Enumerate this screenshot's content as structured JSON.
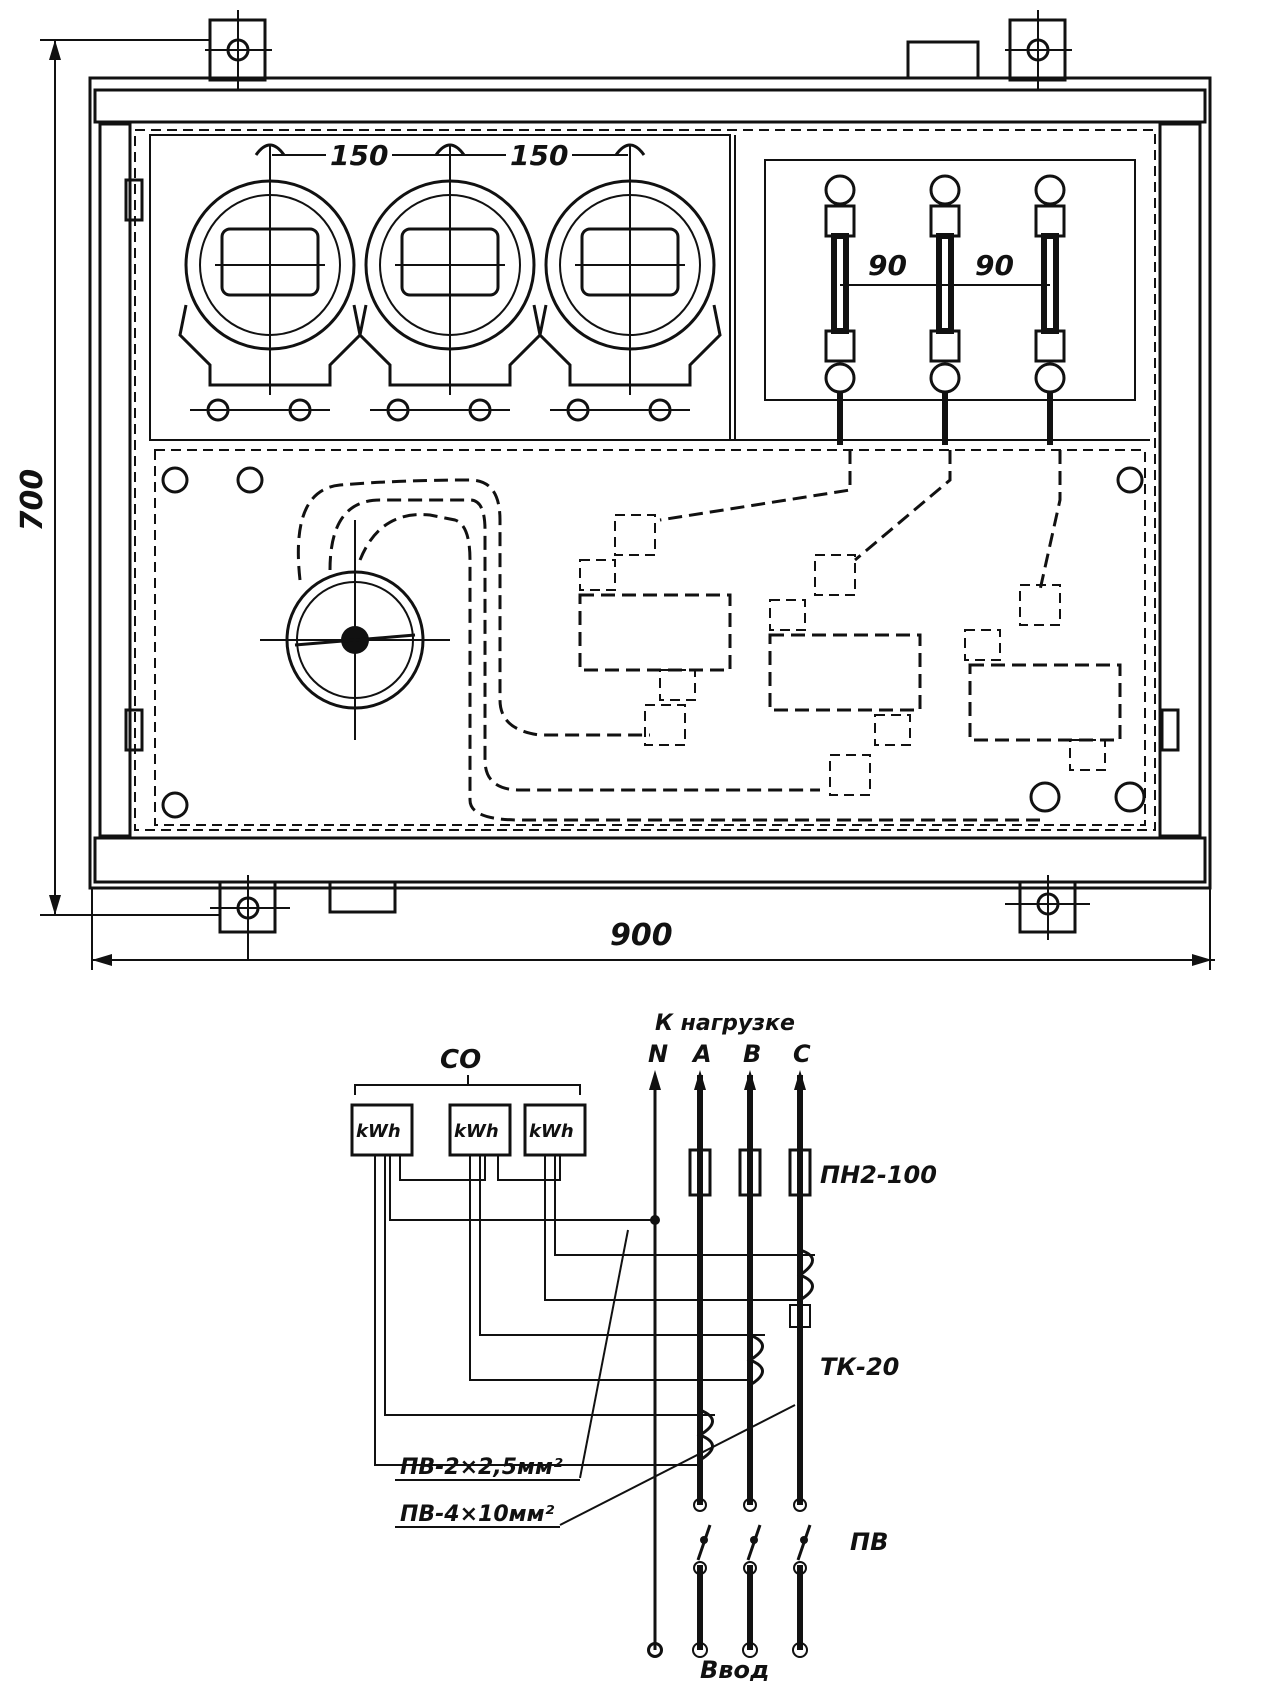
{
  "cabinet": {
    "height_label": "700",
    "width_label": "900",
    "meter_spacing_1": "150",
    "meter_spacing_2": "150",
    "fuse_spacing_1": "90",
    "fuse_spacing_2": "90"
  },
  "schematic": {
    "meters_group_label": "СО",
    "meter_labels": [
      "kWh",
      "kWh",
      "kWh"
    ],
    "load_label": "К нагрузке",
    "phase_labels": [
      "N",
      "A",
      "B",
      "C"
    ],
    "fuse_label": "ПН2-100",
    "ct_label": "ТК-20",
    "switch_label": "ПВ",
    "wire_label_1": "ПВ-2×2,5мм²",
    "wire_label_2": "ПВ-4×10мм²",
    "input_label": "Ввод"
  }
}
